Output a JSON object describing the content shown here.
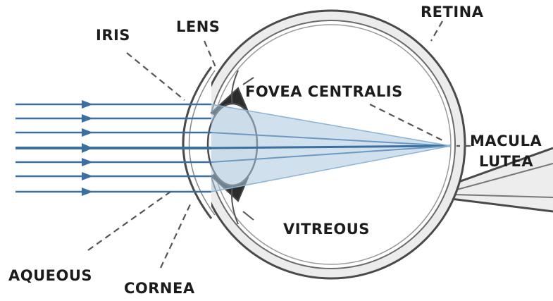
{
  "labels": {
    "retina": "RETINA",
    "iris": "IRIS",
    "lens": "LENS",
    "fovea_centralis": "FOVEA CENTRALIS",
    "macula": "MACULA",
    "lutea": "LUTEA",
    "vitreous": "VITREOUS",
    "aqueous": "AQUEOUS",
    "cornea": "CORNEA"
  },
  "colors": {
    "background": "#ffffff",
    "outline": "#4a4a4a",
    "sclera_fill": "#e9e9e9",
    "ray_dark": "#3b6fa0",
    "ray_light": "#a9c6df",
    "label_text": "#1c1c1c"
  }
}
